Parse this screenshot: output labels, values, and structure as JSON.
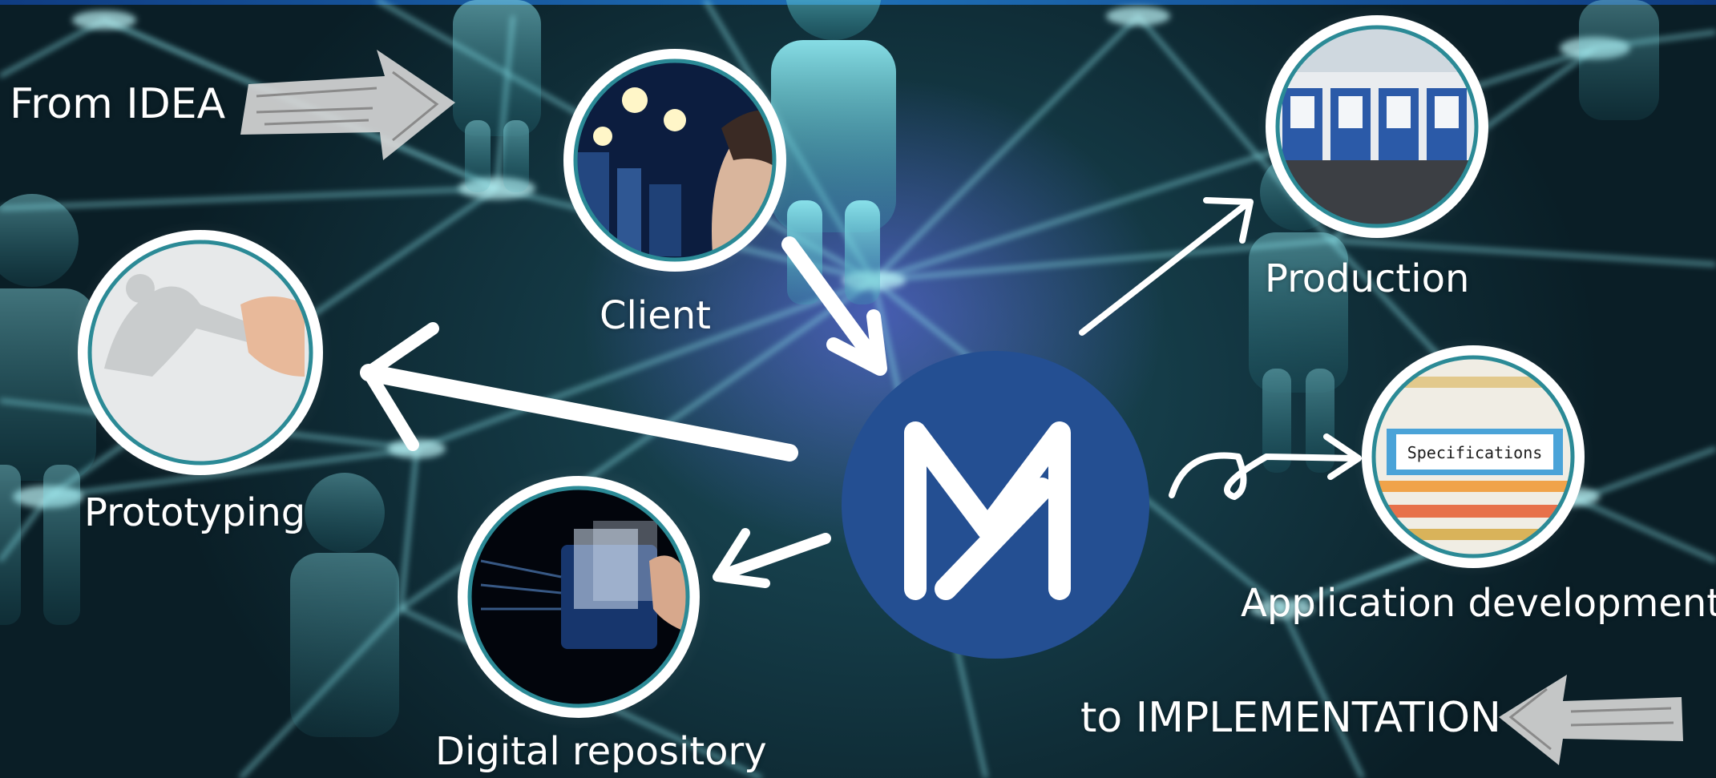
{
  "header": {
    "from_label": "From IDEA",
    "to_label": "to IMPLEMENTATION"
  },
  "center": {
    "logo_letter": "M",
    "logo_color": "#244f92"
  },
  "nodes": [
    {
      "id": "client",
      "label": "Client",
      "image": "businesswoman-with-lightbulbs"
    },
    {
      "id": "production",
      "label": "Production",
      "image": "3d-printer-farm"
    },
    {
      "id": "prototyping",
      "label": "Prototyping",
      "image": "hand-holding-printed-part"
    },
    {
      "id": "application",
      "label": "Application development",
      "image": "specifications-folder",
      "image_text": "Specifications"
    },
    {
      "id": "repository",
      "label": "Digital repository",
      "image": "digital-folder-files"
    }
  ],
  "colors": {
    "ring": "#ffffff",
    "ring_inner": "#2b8a96",
    "network_line": "#8fe6ec",
    "figure": "#6fd3dc",
    "arrow": "#ffffff"
  }
}
